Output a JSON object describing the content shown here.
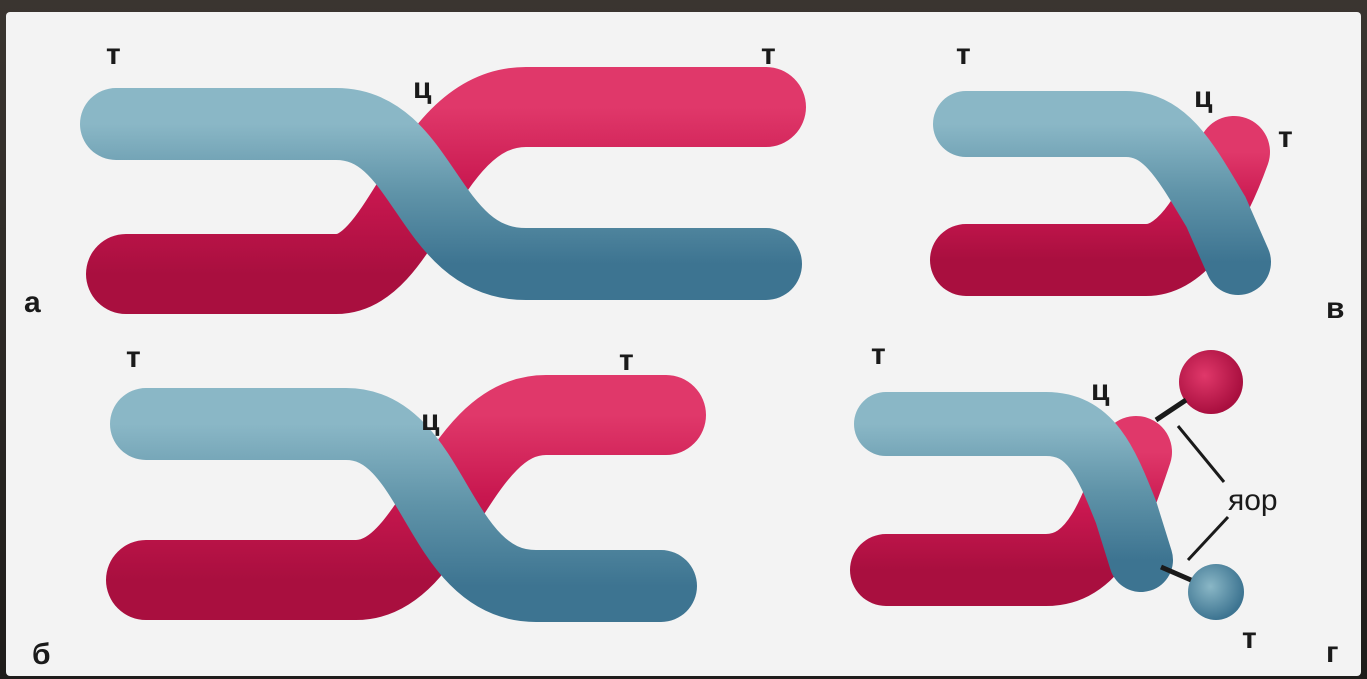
{
  "labels": {
    "telomere": "т",
    "centromere": "ц",
    "nor": "яор"
  },
  "panels": {
    "a": "а",
    "b": "б",
    "v": "в",
    "g": "г"
  },
  "colors": {
    "red_chromatid": "#c8174f",
    "blue_chromatid": "#5f93a8",
    "background": "#f3f3f3"
  }
}
